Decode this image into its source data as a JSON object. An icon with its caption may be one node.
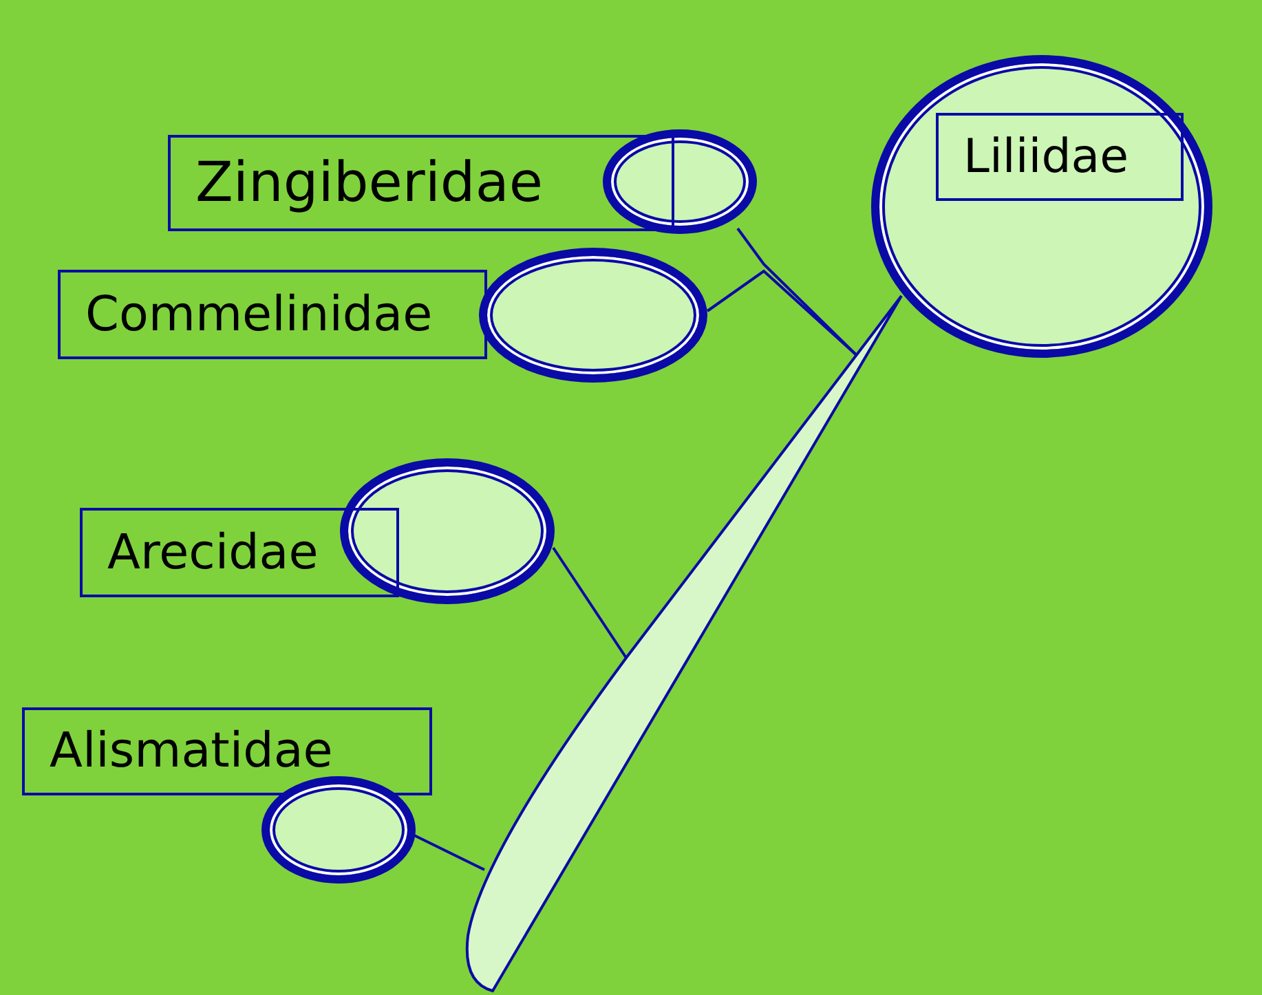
{
  "diagram": {
    "nodes": [
      {
        "text": [],
        "shape": "circle"
      },
      {
        "text": [
          "Liliidae"
        ],
        "in": 0
      },
      {
        "text": [
          "Zingiberidae"
        ]
      },
      {
        "text": [],
        "shape": "circle"
      },
      {
        "text": [
          "Commelinidae"
        ]
      },
      {
        "text": [],
        "shape": "circle"
      },
      {
        "text": [
          "Arecidae"
        ]
      },
      {
        "text": [],
        "shape": "circle"
      },
      {
        "text": [
          "Alismatidae"
        ]
      },
      {
        "text": [],
        "shape": "circle"
      },
      {
        "text": [],
        "shape": "bar"
      }
    ],
    "edges": [
      {
        "from": 3,
        "to": 10,
        "arrow": "none"
      },
      {
        "from": 5,
        "to": 10,
        "arrow": "none"
      },
      {
        "from": 7,
        "to": 10,
        "arrow": "none"
      },
      {
        "from": 9,
        "to": 10,
        "arrow": "none"
      }
    ]
  }
}
